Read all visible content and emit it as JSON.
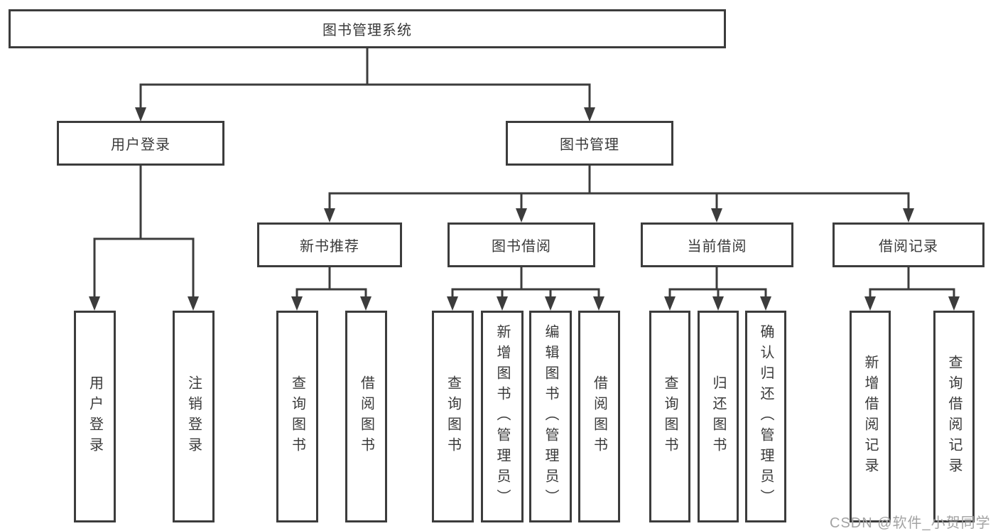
{
  "diagram_title": "图书管理系统",
  "tree": {
    "root": {
      "label": "图书管理系统",
      "children": [
        {
          "label": "用户登录",
          "children": [
            {
              "label": "用户登录"
            },
            {
              "label": "注销登录"
            }
          ]
        },
        {
          "label": "图书管理",
          "children": [
            {
              "label": "新书推荐",
              "children": [
                {
                  "label": "查询图书"
                },
                {
                  "label": "借阅图书"
                }
              ]
            },
            {
              "label": "图书借阅",
              "children": [
                {
                  "label": "查询图书"
                },
                {
                  "label": "新增图书（管理员）"
                },
                {
                  "label": "编辑图书（管理员）"
                },
                {
                  "label": "借阅图书"
                }
              ]
            },
            {
              "label": "当前借阅",
              "children": [
                {
                  "label": "查询图书"
                },
                {
                  "label": "归还图书"
                },
                {
                  "label": "确认归还（管理员）"
                }
              ]
            },
            {
              "label": "借阅记录",
              "children": [
                {
                  "label": "新增借阅记录"
                },
                {
                  "label": "查询借阅记录"
                }
              ]
            }
          ]
        }
      ]
    }
  },
  "watermark": {
    "text": "CSDN @软件_小贺同学"
  },
  "colors": {
    "background": "#ffffff",
    "line": "#3c3c3c",
    "box_border": "#3c3c3c",
    "box_fill": "#ffffff",
    "text": "#3a3a3a",
    "watermark": "#a3a3a3"
  }
}
